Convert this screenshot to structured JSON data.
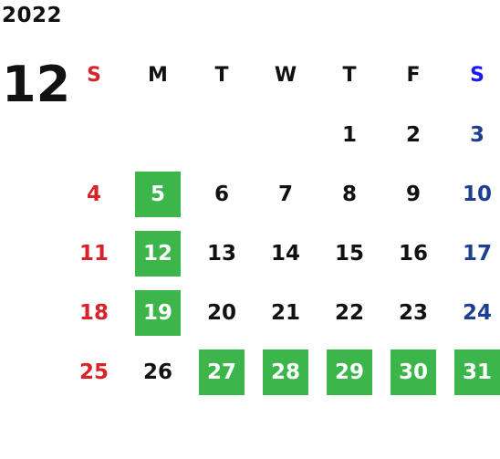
{
  "calendar": {
    "year": "2022",
    "month": "12",
    "weekdays": [
      "S",
      "M",
      "T",
      "W",
      "T",
      "F",
      "S"
    ],
    "colors": {
      "sunday": "#d8232a",
      "saturday": "#1c3f8f",
      "saturday_header": "#1a1aff",
      "highlight": "#3cb54a",
      "text": "#111111"
    },
    "weeks": [
      [
        "",
        "",
        "",
        "",
        "1",
        "2",
        "3"
      ],
      [
        "4",
        "5",
        "6",
        "7",
        "8",
        "9",
        "10"
      ],
      [
        "11",
        "12",
        "13",
        "14",
        "15",
        "16",
        "17"
      ],
      [
        "18",
        "19",
        "20",
        "21",
        "22",
        "23",
        "24"
      ],
      [
        "25",
        "26",
        "27",
        "28",
        "29",
        "30",
        "31"
      ]
    ],
    "highlighted_days": [
      "5",
      "12",
      "19",
      "27",
      "28",
      "29",
      "30",
      "31"
    ]
  }
}
